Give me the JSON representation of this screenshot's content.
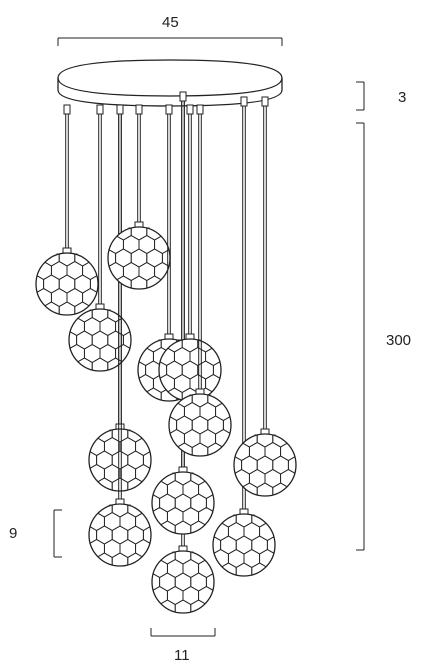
{
  "dimensions": {
    "canopy_width": "45",
    "canopy_height": "3",
    "overall_drop": "300",
    "shade_height": "9",
    "shade_width": "11"
  },
  "colors": {
    "line": "#222222",
    "background": "#ffffff"
  }
}
